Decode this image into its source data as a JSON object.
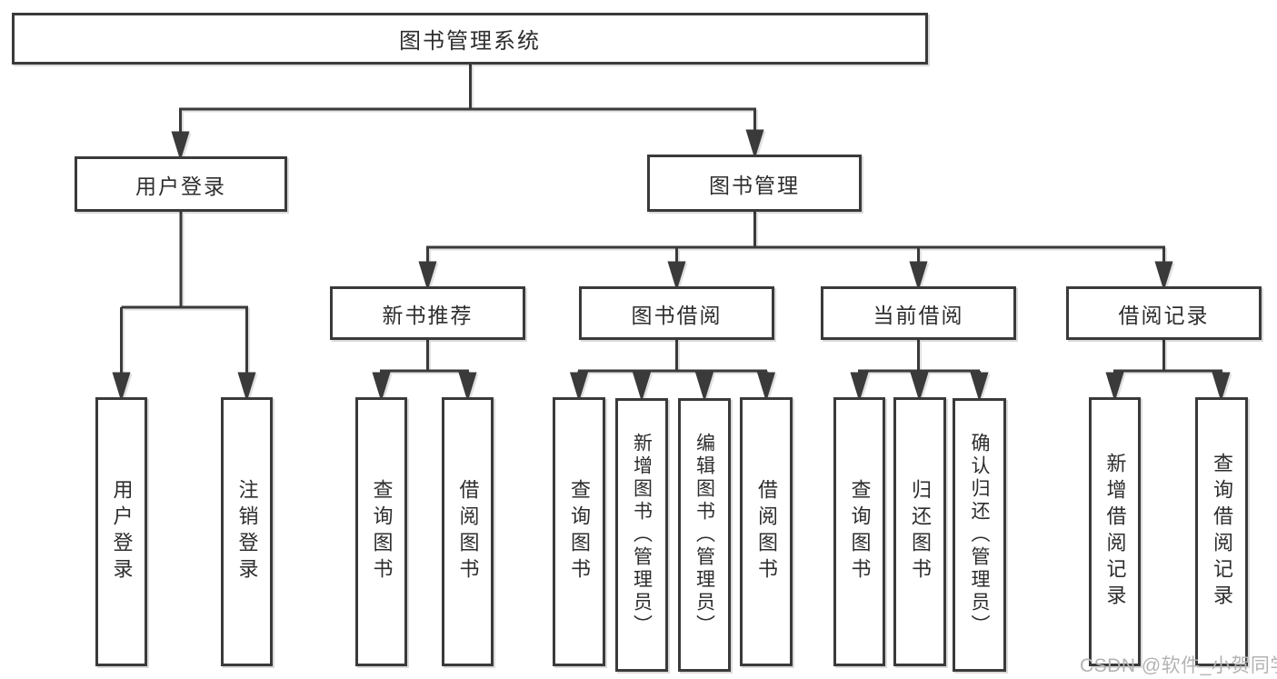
{
  "diagram": {
    "title_node": {
      "label": "图书管理系统"
    },
    "level2": [
      {
        "label": "用户登录"
      },
      {
        "label": "图书管理"
      }
    ],
    "level3": [
      {
        "label": "新书推荐"
      },
      {
        "label": "图书借阅"
      },
      {
        "label": "当前借阅"
      },
      {
        "label": "借阅记录"
      }
    ],
    "leaves": [
      {
        "label": "用户登录"
      },
      {
        "label": "注销登录"
      },
      {
        "label": "查询图书"
      },
      {
        "label": "借阅图书"
      },
      {
        "label": "查询图书"
      },
      {
        "label": "新增图书（管理员）"
      },
      {
        "label": "编辑图书（管理员）"
      },
      {
        "label": "借阅图书"
      },
      {
        "label": "查询图书"
      },
      {
        "label": "归还图书"
      },
      {
        "label": "确认归还（管理员）"
      },
      {
        "label": "新增借阅记录"
      },
      {
        "label": "查询借阅记录"
      }
    ]
  },
  "watermark": {
    "text": "CSDN @软件_小贺同学"
  },
  "colors": {
    "line": "#3a3a3a",
    "text": "#2d2d2d",
    "watermark": "#b3b3b3",
    "background": "#ffffff"
  }
}
